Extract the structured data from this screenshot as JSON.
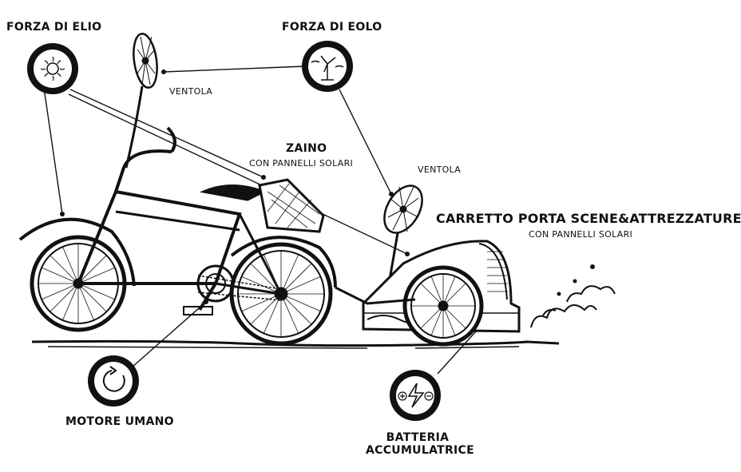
{
  "labels": {
    "forza_elio": "FORZA DI ELIO",
    "forza_eolo": "FORZA DI EOLO",
    "ventola_top": "VENTOLA",
    "zaino": "ZAINO",
    "zaino_sub": "CON PANNELLI SOLARI",
    "ventola_right": "VENTOLA",
    "carretto": "CARRETTO PORTA SCENE&ATTREZZATURE",
    "carretto_sub": "CON PANNELLI SOLARI",
    "motore": "MOTORE UMANO",
    "batteria_line1": "BATTERIA",
    "batteria_line2": "ACCUMULATRICE"
  },
  "icons": {
    "sun": "sun-icon",
    "wind": "wind-turbine-icon",
    "human": "rotation-icon",
    "battery": "battery-charge-icon"
  },
  "colors": {
    "ink": "#111111",
    "paper": "#ffffff"
  }
}
